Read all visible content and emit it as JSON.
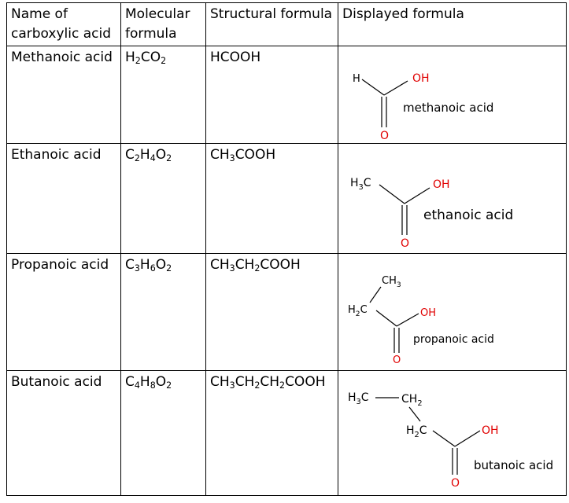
{
  "headers": {
    "name": "Name of carboxylic acid",
    "molecular": "Molecular formula",
    "structural": "Structural formula",
    "displayed": "Displayed formula"
  },
  "rows": [
    {
      "name": "Methanoic acid",
      "molecular": [
        [
          "H",
          ""
        ],
        [
          "2",
          "s"
        ],
        [
          "CO",
          ""
        ],
        [
          "2",
          "s"
        ]
      ],
      "structural": [
        [
          "HCOOH",
          ""
        ]
      ],
      "label": "methanoic acid"
    },
    {
      "name": "Ethanoic acid",
      "molecular": [
        [
          "C",
          ""
        ],
        [
          "2",
          "s"
        ],
        [
          "H",
          ""
        ],
        [
          "4",
          "s"
        ],
        [
          "O",
          ""
        ],
        [
          "2",
          "s"
        ]
      ],
      "structural": [
        [
          "CH",
          ""
        ],
        [
          "3",
          "s"
        ],
        [
          "COOH",
          ""
        ]
      ],
      "label": "ethanoic acid"
    },
    {
      "name": "Propanoic acid",
      "molecular": [
        [
          "C",
          ""
        ],
        [
          "3",
          "s"
        ],
        [
          "H",
          ""
        ],
        [
          "6",
          "s"
        ],
        [
          "O",
          ""
        ],
        [
          "2",
          "s"
        ]
      ],
      "structural": [
        [
          "CH",
          ""
        ],
        [
          "3",
          "s"
        ],
        [
          "CH",
          ""
        ],
        [
          "2",
          "s"
        ],
        [
          "COOH",
          ""
        ]
      ],
      "label": "propanoic acid"
    },
    {
      "name": "Butanoic acid",
      "molecular": [
        [
          "C",
          ""
        ],
        [
          "4",
          "s"
        ],
        [
          "H",
          ""
        ],
        [
          "8",
          "s"
        ],
        [
          "O",
          ""
        ],
        [
          "2",
          "s"
        ]
      ],
      "structural": [
        [
          "CH",
          ""
        ],
        [
          "3",
          "s"
        ],
        [
          "CH",
          ""
        ],
        [
          "2",
          "s"
        ],
        [
          "CH",
          ""
        ],
        [
          "2",
          "s"
        ],
        [
          "COOH",
          ""
        ]
      ],
      "label": "butanoic acid"
    }
  ],
  "atoms": {
    "h": "H",
    "oh": "OH",
    "o": "O",
    "ch3": "CH3",
    "ch2": "CH2",
    "h3c": "H3C",
    "h2c": "H2C"
  },
  "colors": {
    "oxygen": "#e00000",
    "bond": "#000000",
    "border": "#000000"
  }
}
